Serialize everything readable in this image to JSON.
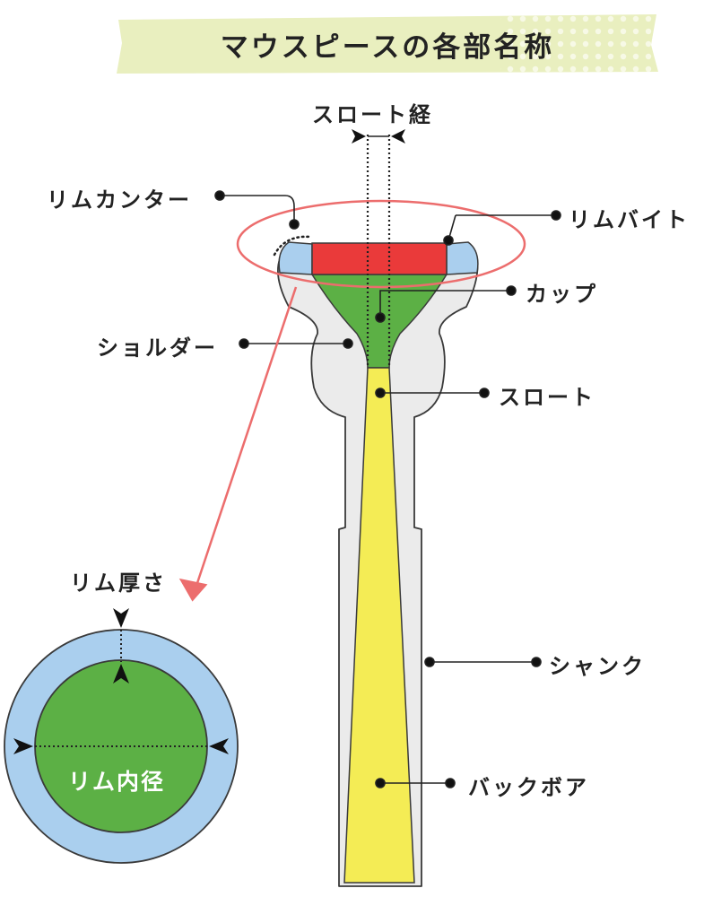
{
  "title": "マウスピースの各部名称",
  "labels": {
    "throat_diameter": "スロート経",
    "rim_contour": "リムカンター",
    "rim_bite": "リムバイト",
    "cup": "カップ",
    "shoulder": "ショルダー",
    "throat": "スロート",
    "rim_thickness": "リム厚さ",
    "rim_inner_diameter": "リム内径",
    "shank": "シャンク",
    "backbore": "バックボア"
  },
  "colors": {
    "banner": "#e9efbf",
    "banner_dots": "#f7f9e6",
    "body": "#ebebeb",
    "outline": "#3a3a3a",
    "rim": "#aacfee",
    "rim_bite": "#ea3a3a",
    "cup": "#5cb045",
    "bore": "#f4ec55",
    "highlight": "#ec6d6d"
  }
}
